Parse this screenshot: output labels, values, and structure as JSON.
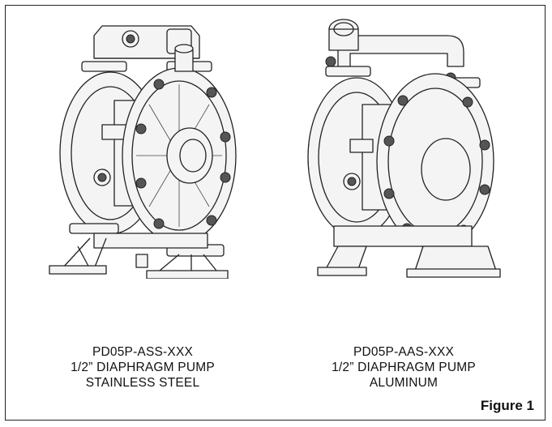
{
  "figure": {
    "label": "Figure 1"
  },
  "pumps": [
    {
      "model": "PD05P-ASS-XXX",
      "description": "1/2” DIAPHRAGM PUMP",
      "material": "STAINLESS STEEL"
    },
    {
      "model": "PD05P-AAS-XXX",
      "description": "1/2” DIAPHRAGM PUMP",
      "material": "ALUMINUM"
    }
  ]
}
